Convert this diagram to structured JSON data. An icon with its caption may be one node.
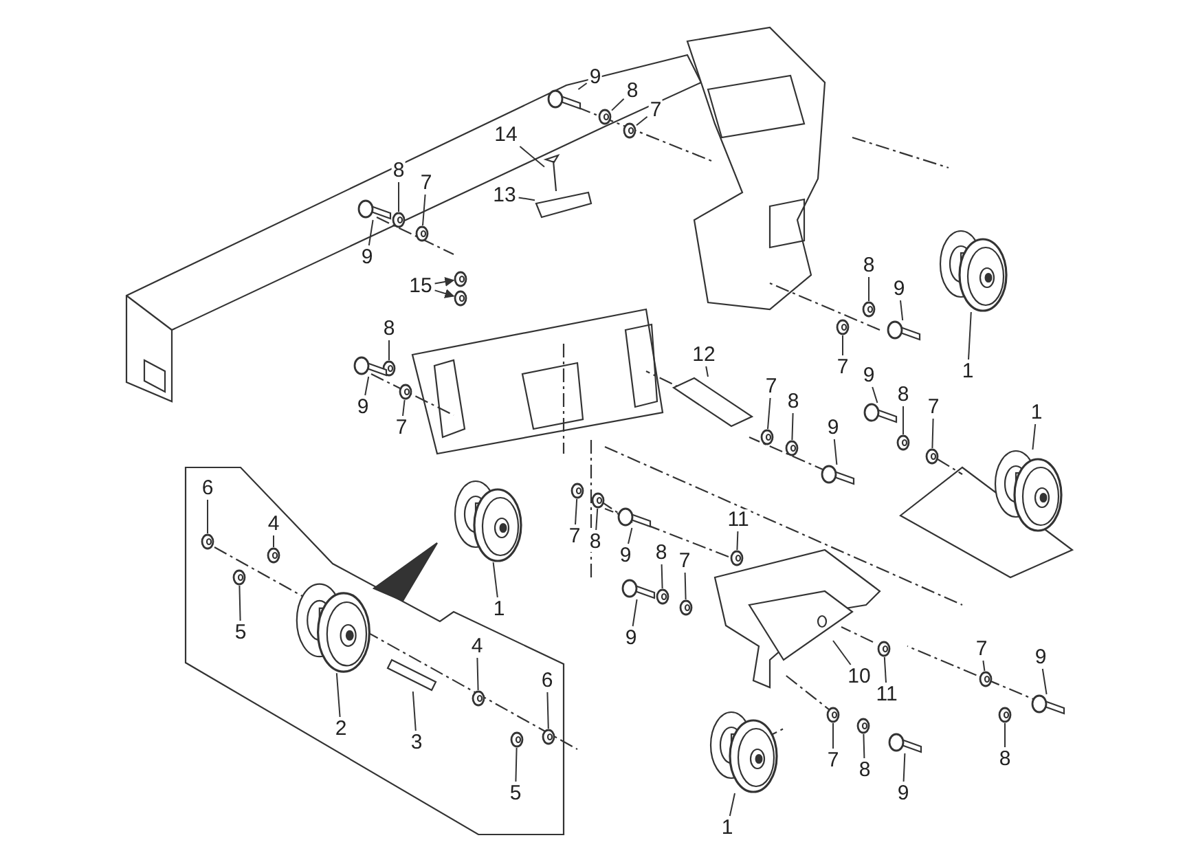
{
  "diagram": {
    "nodes": [
      {
        "text": [
          "9"
        ]
      },
      {
        "text": [
          "8"
        ]
      },
      {
        "text": [
          "7"
        ]
      },
      {
        "text": [
          "14"
        ]
      },
      {
        "text": [
          "8"
        ]
      },
      {
        "text": [
          "7"
        ]
      },
      {
        "text": [
          "13"
        ]
      },
      {
        "text": [
          "9"
        ]
      },
      {
        "text": [
          "15"
        ]
      },
      {
        "text": [
          "8"
        ]
      },
      {
        "text": [
          "12"
        ]
      },
      {
        "text": [
          "8"
        ]
      },
      {
        "text": [
          "9"
        ]
      },
      {
        "text": [
          "7"
        ]
      },
      {
        "text": [
          "1"
        ]
      },
      {
        "text": [
          "7"
        ]
      },
      {
        "text": [
          "8"
        ]
      },
      {
        "text": [
          "9"
        ]
      },
      {
        "text": [
          "8"
        ]
      },
      {
        "text": [
          "7"
        ]
      },
      {
        "text": [
          "1"
        ]
      },
      {
        "text": [
          "9"
        ]
      },
      {
        "text": [
          "7"
        ]
      },
      {
        "text": [
          "9"
        ]
      },
      {
        "text": [
          "6"
        ]
      },
      {
        "text": [
          "11"
        ]
      },
      {
        "text": [
          "4"
        ]
      },
      {
        "text": [
          "7"
        ]
      },
      {
        "text": [
          "8"
        ]
      },
      {
        "text": [
          "8"
        ]
      },
      {
        "text": [
          "9"
        ]
      },
      {
        "text": [
          "7"
        ]
      },
      {
        "text": [
          "1"
        ]
      },
      {
        "text": [
          "5"
        ]
      },
      {
        "text": [
          "9"
        ]
      },
      {
        "text": [
          "4"
        ]
      },
      {
        "text": [
          "7"
        ]
      },
      {
        "text": [
          "9"
        ]
      },
      {
        "text": [
          "10"
        ]
      },
      {
        "text": [
          "6"
        ]
      },
      {
        "text": [
          "11"
        ]
      },
      {
        "text": [
          "2"
        ]
      },
      {
        "text": [
          "3"
        ]
      },
      {
        "text": [
          "8"
        ]
      },
      {
        "text": [
          "7"
        ]
      },
      {
        "text": [
          "8"
        ]
      },
      {
        "text": [
          "5"
        ]
      },
      {
        "text": [
          "9"
        ]
      },
      {
        "text": [
          "1"
        ]
      },
      {
        "text": [],
        "shape": "picture"
      },
      {
        "text": [],
        "shape": "picture"
      },
      {
        "text": [],
        "shape": "picture"
      },
      {
        "text": [],
        "shape": "picture"
      },
      {
        "text": [],
        "shape": "picture"
      },
      {
        "text": [],
        "shape": "picture"
      },
      {
        "text": [],
        "shape": "picture"
      },
      {
        "text": [],
        "shape": "picture"
      },
      {
        "text": [],
        "shape": "picture"
      },
      {
        "text": [],
        "shape": "picture"
      },
      {
        "text": [],
        "shape": "picture"
      },
      {
        "text": [],
        "shape": "picture"
      },
      {
        "text": [],
        "shape": "picture"
      },
      {
        "text": [],
        "shape": "picture"
      },
      {
        "text": [],
        "shape": "picture"
      },
      {
        "text": [],
        "shape": "picture"
      },
      {
        "text": [],
        "shape": "picture"
      },
      {
        "text": [],
        "shape": "picture"
      },
      {
        "text": [],
        "shape": "picture"
      },
      {
        "text": [],
        "shape": "picture"
      },
      {
        "text": [],
        "shape": "picture"
      },
      {
        "text": [],
        "shape": "picture"
      },
      {
        "text": [],
        "shape": "picture"
      },
      {
        "text": [],
        "shape": "picture"
      },
      {
        "text": [],
        "shape": "picture"
      },
      {
        "text": [],
        "shape": "picture"
      },
      {
        "text": [],
        "shape": "picture"
      },
      {
        "text": [],
        "shape": "picture"
      },
      {
        "text": [],
        "shape": "picture"
      },
      {
        "text": [],
        "shape": "picture"
      },
      {
        "text": [],
        "shape": "picture"
      },
      {
        "text": [],
        "shape": "picture"
      },
      {
        "text": [],
        "shape": "picture"
      },
      {
        "text": [],
        "shape": "picture"
      },
      {
        "text": [],
        "shape": "picture"
      },
      {
        "text": [],
        "shape": "picture"
      },
      {
        "text": [],
        "shape": "picture"
      },
      {
        "text": [],
        "shape": "picture"
      },
      {
        "text": [],
        "shape": "picture"
      },
      {
        "text": [],
        "shape": "picture"
      },
      {
        "text": [],
        "shape": "picture"
      },
      {
        "text": [],
        "shape": "picture"
      },
      {
        "text": [],
        "shape": "picture"
      },
      {
        "text": [],
        "shape": "picture"
      },
      {
        "text": [],
        "shape": "picture"
      },
      {
        "text": [],
        "shape": "picture"
      },
      {
        "text": [],
        "shape": "picture"
      },
      {
        "text": [],
        "shape": "picture"
      },
      {
        "text": [],
        "shape": "picture"
      },
      {
        "text": [],
        "shape": "picture"
      }
    ],
    "edges": [
      {
        "from": 0,
        "to": 49,
        "arrow": "none"
      },
      {
        "from": 1,
        "to": 50,
        "arrow": "none"
      },
      {
        "from": 2,
        "to": 51,
        "arrow": "none"
      },
      {
        "from": 3,
        "to": 52,
        "arrow": "none"
      },
      {
        "from": 4,
        "to": 53,
        "arrow": "none"
      },
      {
        "from": 5,
        "to": 54,
        "arrow": "none"
      },
      {
        "from": 6,
        "to": 55,
        "arrow": "none"
      },
      {
        "from": 7,
        "to": 56,
        "arrow": "none"
      },
      {
        "from": 8,
        "to": 57,
        "arrow": "to"
      },
      {
        "from": 8,
        "to": 58,
        "arrow": "to"
      },
      {
        "from": 9,
        "to": 59,
        "arrow": "none"
      },
      {
        "from": 10,
        "to": 60,
        "arrow": "none"
      },
      {
        "from": 11,
        "to": 61,
        "arrow": "none"
      },
      {
        "from": 12,
        "to": 62,
        "arrow": "none"
      },
      {
        "from": 13,
        "to": 63,
        "arrow": "none"
      },
      {
        "from": 14,
        "to": 64,
        "arrow": "none"
      },
      {
        "from": 15,
        "to": 65,
        "arrow": "none"
      },
      {
        "from": 16,
        "to": 66,
        "arrow": "none"
      },
      {
        "from": 17,
        "to": 67,
        "arrow": "none"
      },
      {
        "from": 18,
        "to": 68,
        "arrow": "none"
      },
      {
        "from": 19,
        "to": 69,
        "arrow": "none"
      },
      {
        "from": 20,
        "to": 70,
        "arrow": "none"
      },
      {
        "from": 21,
        "to": 71,
        "arrow": "none"
      },
      {
        "from": 22,
        "to": 72,
        "arrow": "none"
      },
      {
        "from": 23,
        "to": 73,
        "arrow": "none"
      },
      {
        "from": 24,
        "to": 74,
        "arrow": "none"
      },
      {
        "from": 25,
        "to": 75,
        "arrow": "none"
      },
      {
        "from": 26,
        "to": 76,
        "arrow": "none"
      },
      {
        "from": 27,
        "to": 77,
        "arrow": "none"
      },
      {
        "from": 28,
        "to": 78,
        "arrow": "none"
      },
      {
        "from": 29,
        "to": 79,
        "arrow": "none"
      },
      {
        "from": 30,
        "to": 80,
        "arrow": "none"
      },
      {
        "from": 31,
        "to": 81,
        "arrow": "none"
      },
      {
        "from": 32,
        "to": 82,
        "arrow": "none"
      },
      {
        "from": 33,
        "to": 83,
        "arrow": "none"
      },
      {
        "from": 34,
        "to": 84,
        "arrow": "none"
      },
      {
        "from": 35,
        "to": 85,
        "arrow": "none"
      },
      {
        "from": 36,
        "to": 86,
        "arrow": "none"
      },
      {
        "from": 37,
        "to": 87,
        "arrow": "none"
      },
      {
        "from": 38,
        "to": 88,
        "arrow": "none"
      },
      {
        "from": 39,
        "to": 89,
        "arrow": "none"
      },
      {
        "from": 40,
        "to": 90,
        "arrow": "none"
      },
      {
        "from": 41,
        "to": 91,
        "arrow": "none"
      },
      {
        "from": 42,
        "to": 92,
        "arrow": "none"
      },
      {
        "from": 43,
        "to": 93,
        "arrow": "none"
      },
      {
        "from": 44,
        "to": 94,
        "arrow": "none"
      },
      {
        "from": 45,
        "to": 95,
        "arrow": "none"
      },
      {
        "from": 46,
        "to": 96,
        "arrow": "none"
      },
      {
        "from": 47,
        "to": 97,
        "arrow": "none"
      },
      {
        "from": 48,
        "to": 98,
        "arrow": "none"
      }
    ]
  }
}
